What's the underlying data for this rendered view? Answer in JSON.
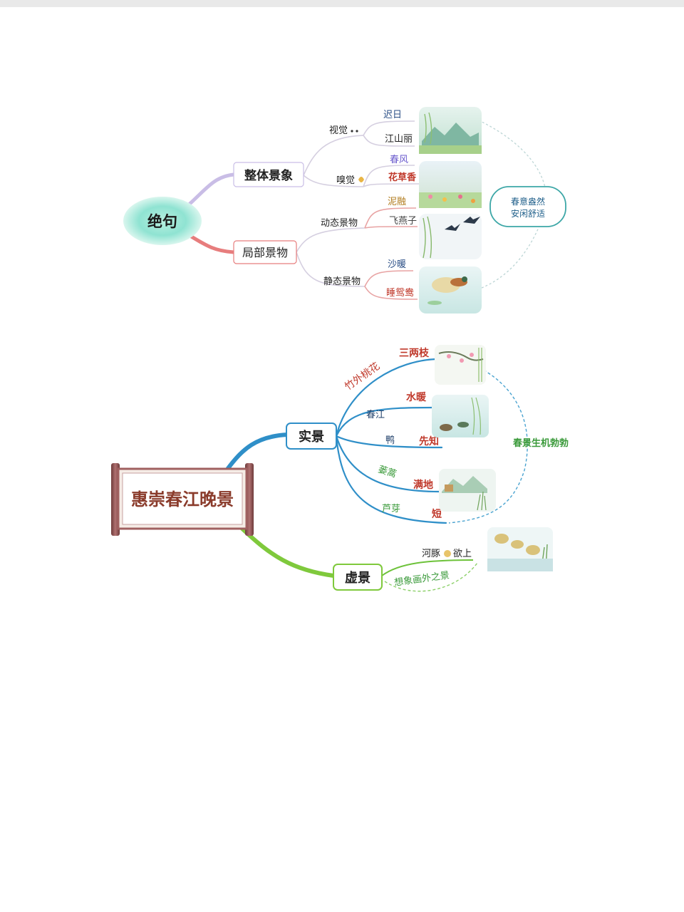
{
  "map1": {
    "root": "绝句",
    "branch_whole": "整体景象",
    "branch_local": "局部景物",
    "sense_visual": "视觉",
    "sense_smell": "嗅觉",
    "dynamic": "动态景物",
    "static": "静态景物",
    "leaf_chiri": "迟日",
    "leaf_jiangshanli": "江山丽",
    "leaf_chunfeng": "春风",
    "leaf_huacaoxiang": "花草香",
    "leaf_nirong": "泥融",
    "leaf_feiyanzi": "飞燕子",
    "leaf_shanuan": "沙暖",
    "leaf_shuiyuanyang": "睡鸳鸯",
    "summary_line1": "春意盎然",
    "summary_line2": "安闲舒适"
  },
  "map2": {
    "root": "惠崇春江晚景",
    "real": "实景",
    "virtual": "虚景",
    "zhuwai": "竹外桃花",
    "sanliangzhi": "三两枝",
    "chunjiang": "春江",
    "shuinuan": "水暖",
    "ya": "鸭",
    "xianzhi": "先知",
    "louhao": "蒌蒿",
    "mandi": "满地",
    "luya": "芦芽",
    "duan": "短",
    "hetun": "河豚",
    "yushang": "欲上",
    "imagine": "想象画外之景",
    "summary": "春景生机勃勃"
  },
  "colors": {
    "map1_line": "#d7ccdf",
    "map2_line": "#2f8fc8",
    "map2_green": "#6dc23a",
    "red_text": "#c0392b",
    "blue_text": "#2b4f86",
    "green_text": "#3a9a3a",
    "teal_text": "#1f8a8a"
  }
}
